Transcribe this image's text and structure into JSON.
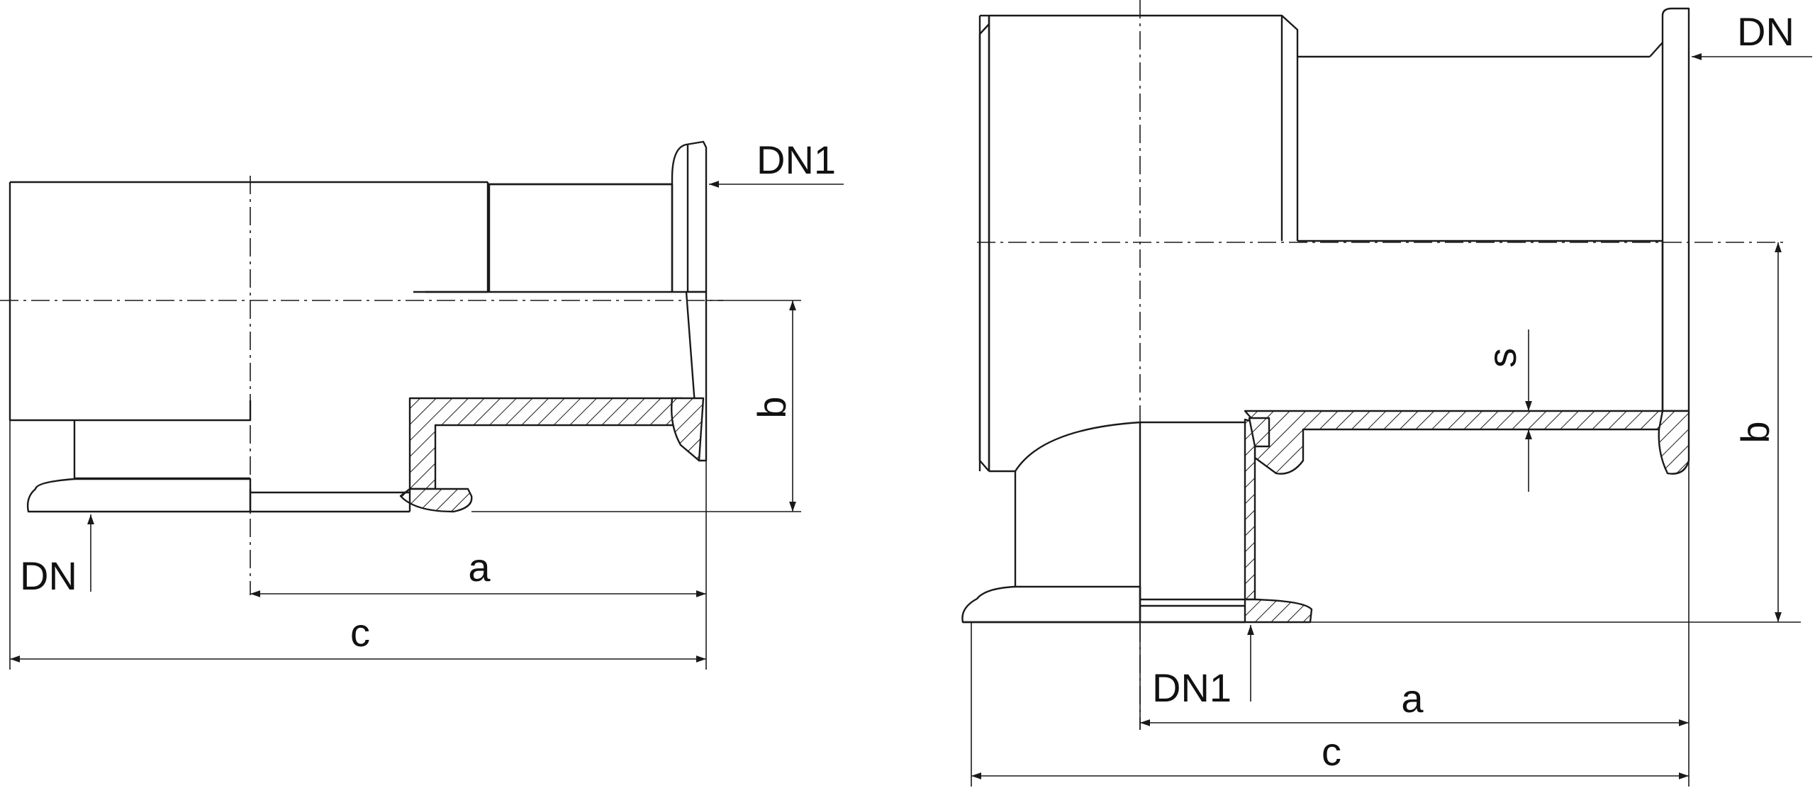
{
  "left_view": {
    "labels": {
      "dn_outlet": "DN1",
      "dn_inlet": "DN",
      "dim_a": "a",
      "dim_b": "b",
      "dim_c": "c"
    }
  },
  "right_view": {
    "labels": {
      "dn_outlet": "DN",
      "dn_inlet": "DN1",
      "dim_s": "s",
      "dim_a": "a",
      "dim_b": "b",
      "dim_c": "c"
    }
  },
  "colors": {
    "line": "#1a1a1a",
    "background": "#ffffff"
  }
}
